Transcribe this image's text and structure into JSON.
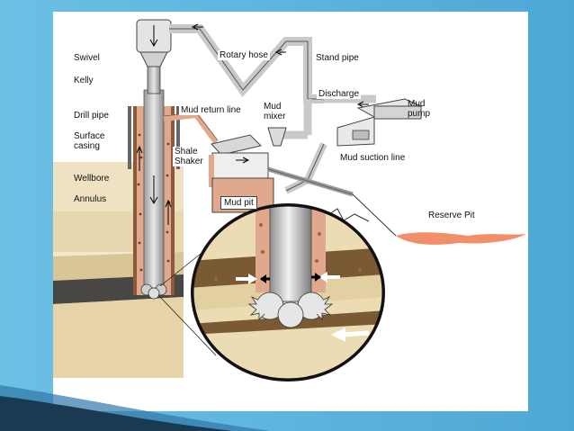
{
  "diagram": {
    "labels": {
      "swivel": "Swivel",
      "kelly": "Kelly",
      "drill_pipe": "Drill pipe",
      "surface_casing_1": "Surface",
      "surface_casing_2": "casing",
      "wellbore": "Wellbore",
      "annulus": "Annulus",
      "rotary_hose": "Rotary hose",
      "stand_pipe": "Stand pipe",
      "discharge": "Discharge",
      "mud_pump_1": "Mud",
      "mud_pump_2": "pump",
      "mud_return_line": "Mud return line",
      "mud_mixer_1": "Mud",
      "mud_mixer_2": "mixer",
      "shale_shaker_1": "Shale",
      "shale_shaker_2": "Shaker",
      "mud_suction_line": "Mud suction line",
      "mud_pit": "Mud pit",
      "reserve_pit": "Reserve Pit"
    },
    "colors": {
      "slide_background": "#5ab0d8",
      "panel": "#ffffff",
      "rock_tan": "#e6d3a8",
      "rock_dark": "#7a5a32",
      "mud_pink": "#e0a88c",
      "reserve_pit": "#f08f6a",
      "pipe_gray": "#c8c8c8"
    }
  }
}
